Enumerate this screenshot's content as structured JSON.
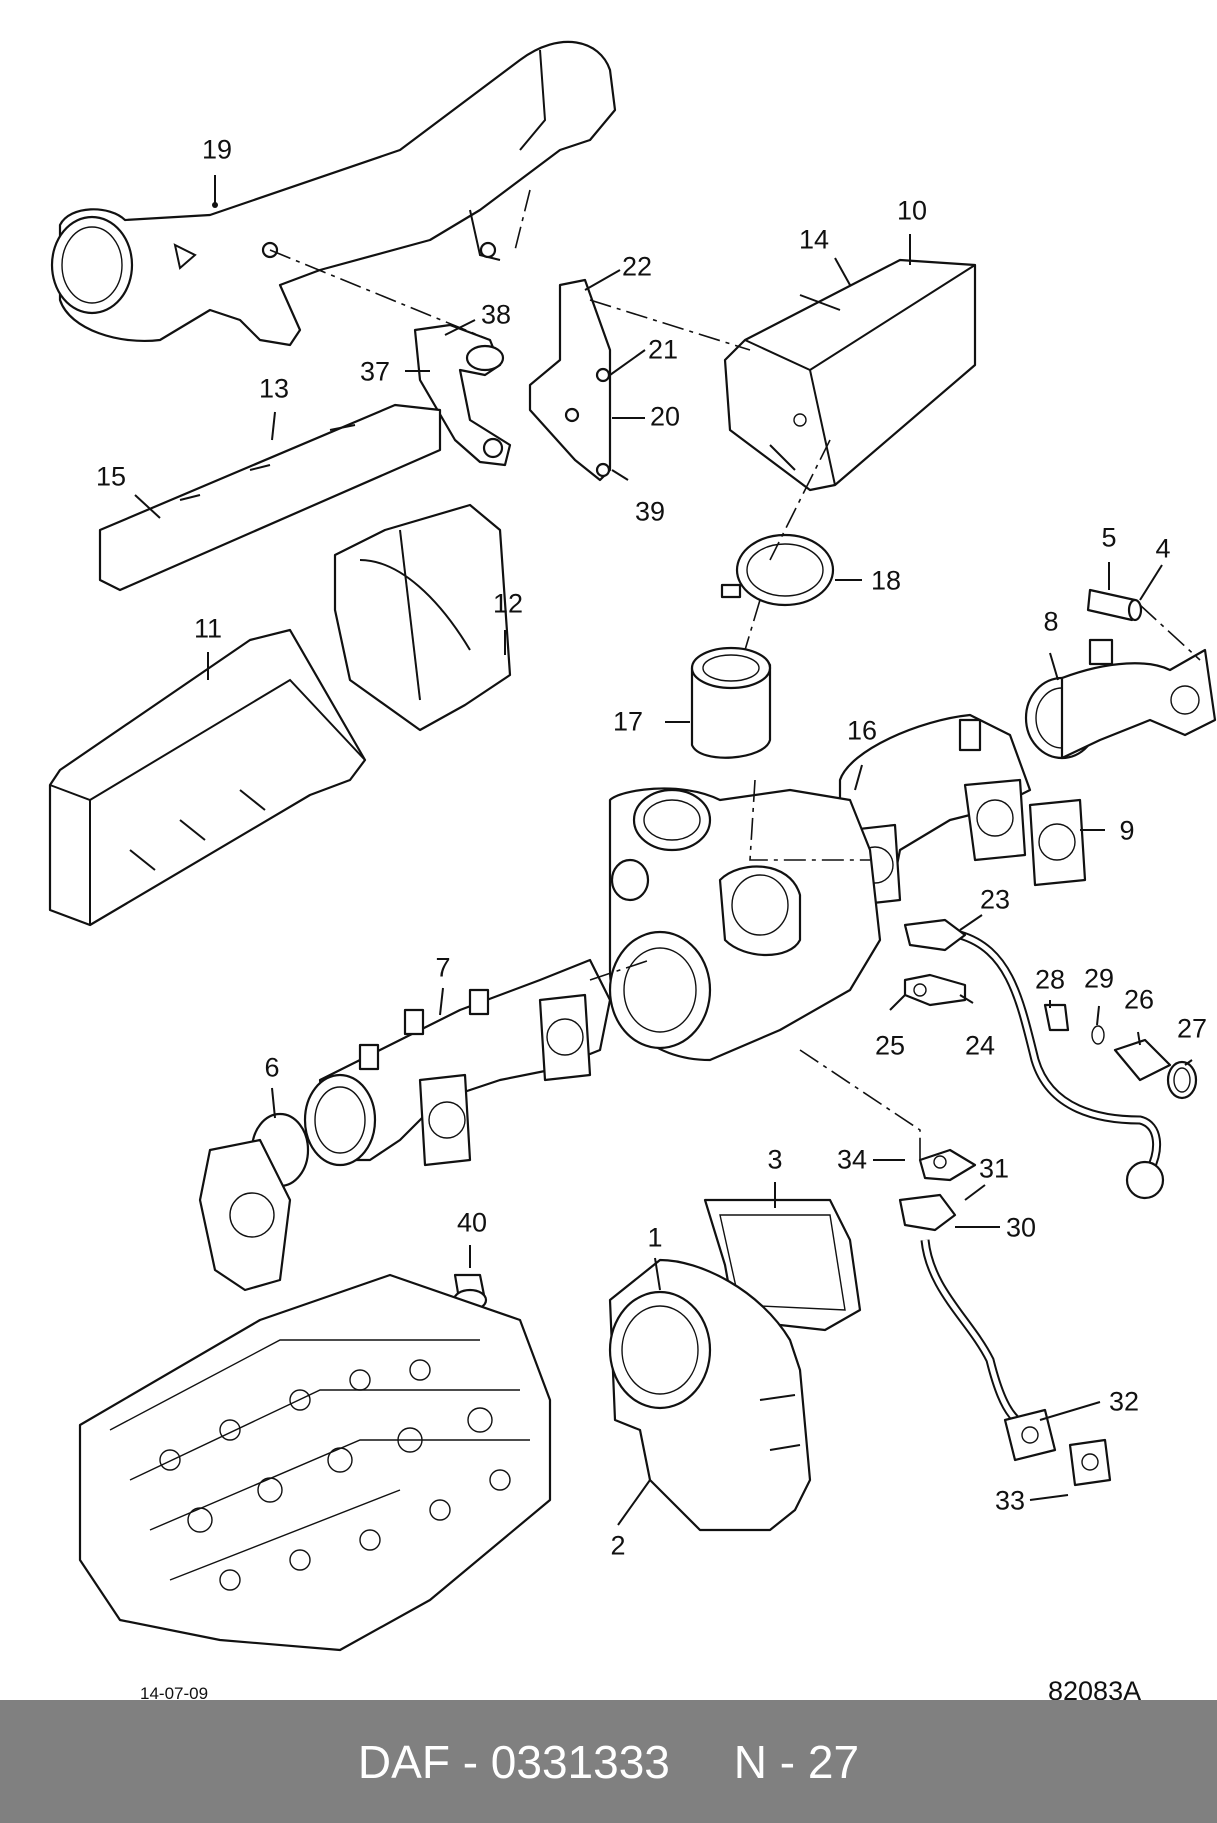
{
  "diagram": {
    "callouts": [
      {
        "label": "19"
      },
      {
        "label": "38"
      },
      {
        "label": "37"
      },
      {
        "label": "22"
      },
      {
        "label": "21"
      },
      {
        "label": "20"
      },
      {
        "label": "39"
      },
      {
        "label": "14"
      },
      {
        "label": "10"
      },
      {
        "label": "13"
      },
      {
        "label": "15"
      },
      {
        "label": "12"
      },
      {
        "label": "11"
      },
      {
        "label": "18"
      },
      {
        "label": "5"
      },
      {
        "label": "4"
      },
      {
        "label": "8"
      },
      {
        "label": "17"
      },
      {
        "label": "16"
      },
      {
        "label": "9"
      },
      {
        "label": "23"
      },
      {
        "label": "28"
      },
      {
        "label": "29"
      },
      {
        "label": "26"
      },
      {
        "label": "27"
      },
      {
        "label": "7"
      },
      {
        "label": "25"
      },
      {
        "label": "24"
      },
      {
        "label": "6"
      },
      {
        "label": "3"
      },
      {
        "label": "34"
      },
      {
        "label": "31"
      },
      {
        "label": "30"
      },
      {
        "label": "40"
      },
      {
        "label": "1"
      },
      {
        "label": "32"
      },
      {
        "label": "33"
      },
      {
        "label": "2"
      }
    ],
    "date": "14-07-09",
    "reference": "82083A"
  },
  "footer": {
    "text": "DAF - 0331333     N - 27"
  },
  "colors": {
    "footer_bg": "#808080",
    "footer_text": "#ffffff",
    "line": "#111111"
  }
}
